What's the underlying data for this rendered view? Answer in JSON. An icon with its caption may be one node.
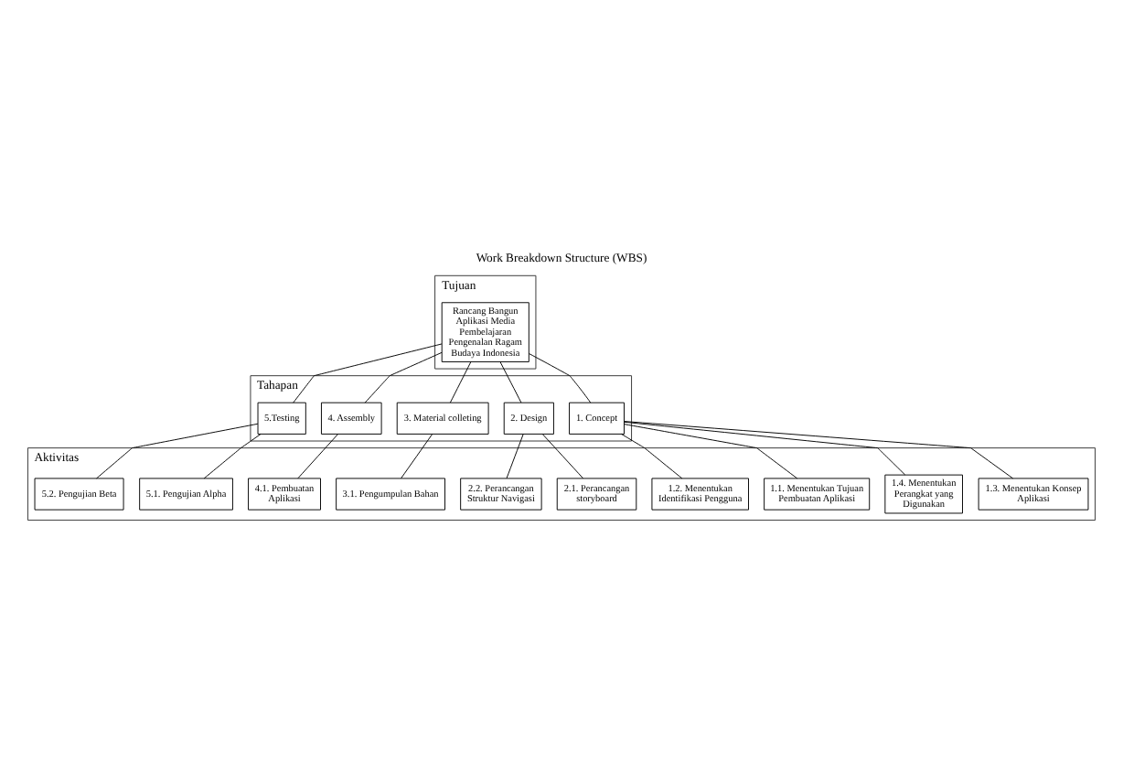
{
  "diagram": {
    "title": "Work Breakdown Structure (WBS)",
    "nodes": [
      {
        "text": [
          "Tujuan"
        ]
      },
      {
        "text": [
          "Rancang Bangun Aplikasi Media Pembelajaran Pengenalan Ragam Budaya Indonesia"
        ],
        "in": 0
      },
      {
        "text": [
          "Tahapan"
        ]
      },
      {
        "text": [
          "1. Concept"
        ],
        "in": 2
      },
      {
        "text": [
          "2. Design"
        ],
        "in": 2
      },
      {
        "text": [
          "3. Material colleting"
        ],
        "in": 2
      },
      {
        "text": [
          "4. Assembly"
        ],
        "in": 2
      },
      {
        "text": [
          "5.Testing"
        ],
        "in": 2
      },
      {
        "text": [
          "Aktivitas"
        ]
      },
      {
        "text": [
          "2.1. Perancangan storyboard"
        ],
        "in": 8
      },
      {
        "text": [
          "2.2. Perancangan Struktur Navigasi"
        ],
        "in": 8
      },
      {
        "text": [
          "3.1. Pengumpulan Bahan"
        ],
        "in": 8
      },
      {
        "text": [
          "4.1. Pembuatan Aplikasi"
        ],
        "in": 8
      },
      {
        "text": [
          "5.1. Pengujian Alpha"
        ],
        "in": 8
      },
      {
        "text": [
          "5.2. Pengujian Beta"
        ],
        "in": 8
      },
      {
        "text": [
          "1.1. Menentukan Tujuan Pembuatan Aplikasi"
        ],
        "in": 8
      },
      {
        "text": [
          "1.2. Menentukan Identifikasi Pengguna"
        ],
        "in": 8
      },
      {
        "text": [
          "1.3. Menentukan Konsep Aplikasi"
        ],
        "in": 8
      },
      {
        "text": [
          "1.4. Menentukan Perangkat yang Digunakan"
        ],
        "in": 8
      }
    ],
    "edges": [
      {
        "from": 1,
        "to": 3,
        "arrow": "none"
      },
      {
        "from": 1,
        "to": 4,
        "arrow": "none"
      },
      {
        "from": 1,
        "to": 5,
        "arrow": "none"
      },
      {
        "from": 1,
        "to": 6,
        "arrow": "none"
      },
      {
        "from": 1,
        "to": 7,
        "arrow": "none"
      },
      {
        "from": 4,
        "to": 9,
        "arrow": "none"
      },
      {
        "from": 4,
        "to": 10,
        "arrow": "none"
      },
      {
        "from": 5,
        "to": 11,
        "arrow": "none"
      },
      {
        "from": 6,
        "to": 12,
        "arrow": "none"
      },
      {
        "from": 7,
        "to": 13,
        "arrow": "none"
      },
      {
        "from": 7,
        "to": 14,
        "arrow": "none"
      },
      {
        "from": 3,
        "to": 15,
        "arrow": "none"
      },
      {
        "from": 3,
        "to": 16,
        "arrow": "none"
      },
      {
        "from": 3,
        "to": 17,
        "arrow": "none"
      },
      {
        "from": 3,
        "to": 18,
        "arrow": "none"
      }
    ]
  }
}
